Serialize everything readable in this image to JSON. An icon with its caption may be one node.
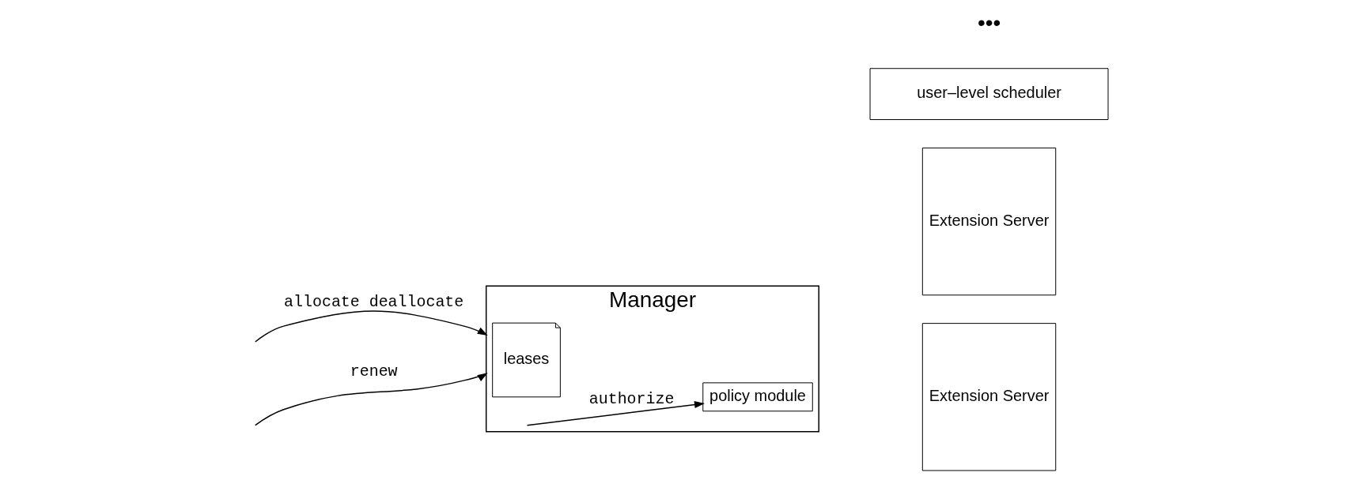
{
  "diagram": {
    "nodes": [
      {
        "text": [
          "Manager"
        ]
      },
      {
        "text": [
          "policy module"
        ],
        "in": 0
      },
      {
        "text": [
          "leases"
        ],
        "in": 0
      },
      {
        "text": [
          "Extension Server"
        ]
      },
      {
        "text": [
          "Extension Server"
        ]
      },
      {
        "text": [
          "user–level scheduler"
        ]
      }
    ],
    "edges": [
      {
        "from": null,
        "to": 0,
        "arrow": "to",
        "label": "allocate deallocate"
      },
      {
        "from": 0,
        "to": 1,
        "arrow": "to",
        "label": "authorize"
      },
      {
        "from": null,
        "to": 0,
        "arrow": "to",
        "label": "renew"
      }
    ],
    "labels": [
      "•••"
    ]
  }
}
